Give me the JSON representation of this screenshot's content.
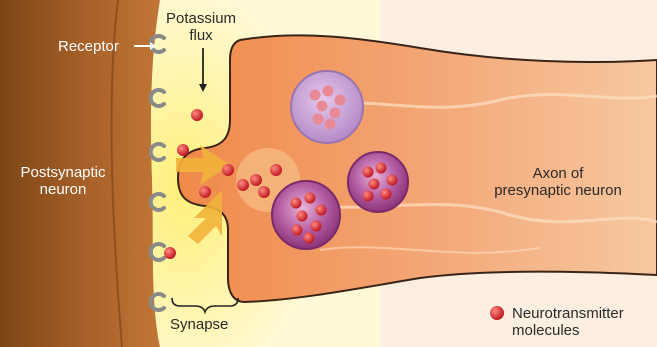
{
  "labels": {
    "receptor": "Receptor",
    "potassium_line1": "Potassium",
    "potassium_line2": "flux",
    "postsynaptic_line1": "Postsynaptic",
    "postsynaptic_line2": "neuron",
    "axon_line1": "Axon of",
    "axon_line2": "presynaptic neuron",
    "synapse": "Synapse",
    "legend_line1": "Neurotransmitter",
    "legend_line2": "molecules"
  },
  "colors": {
    "postsynaptic": "#a8612a",
    "synaptic_cleft": "#fff3a0",
    "axon": "#f3a574",
    "vesicle": "#a0448c",
    "molecule": "#d9262e",
    "flux_arrow": "#f3b23a"
  },
  "icons": {
    "receptor": "receptor-hook-icon",
    "molecule": "molecule-dot-icon",
    "vesicle": "vesicle-icon"
  }
}
